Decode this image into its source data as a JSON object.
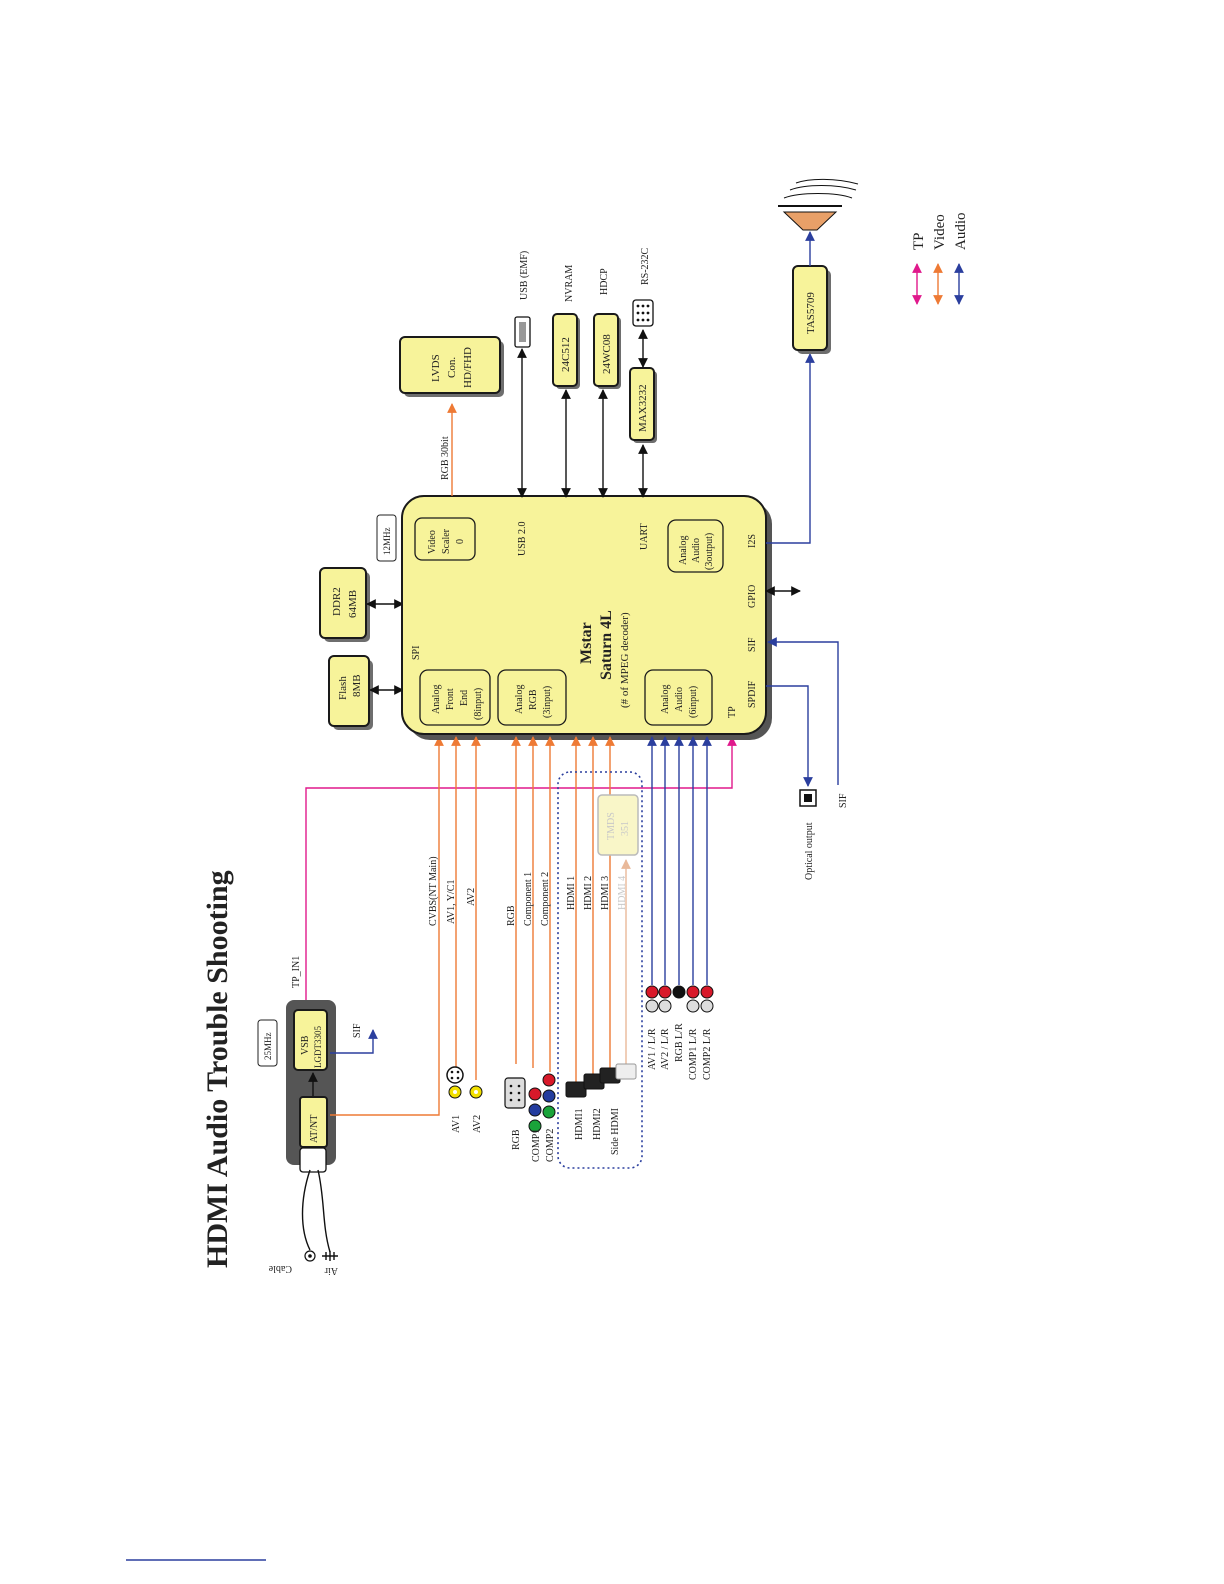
{
  "title": "HDMI Audio Trouble Shooting",
  "colors": {
    "tp": "#e0198c",
    "video": "#ee7a35",
    "audio": "#2b3f9e",
    "chip_fill": "#f7f39a"
  },
  "tuner": {
    "crystal": "25MHz",
    "vsb_line1": "VSB",
    "vsb_line2": "LGDT3305",
    "atnt": "AT/NT",
    "sif": "SIF",
    "tp_in": "TP_IN1",
    "cable": "Cable",
    "air": "Air"
  },
  "main_chip": {
    "name_line1": "Mstar",
    "name_line2": "Saturn 4L",
    "name_line3": "(# of MPEG decoder)",
    "crystal": "12MHz"
  },
  "blocks": {
    "afe": [
      "Analog",
      "Front",
      "End",
      "(8input)"
    ],
    "argb": [
      "Analog",
      "RGB",
      "(3input)"
    ],
    "scaler": [
      "Video",
      "Scaler",
      "0"
    ],
    "audio_in": [
      "Analog",
      "Audio",
      "(6input)"
    ],
    "audio_out": [
      "Analog",
      "Audio",
      "(3output)"
    ]
  },
  "ports": {
    "spi": "SPI",
    "usb": "USB 2.0",
    "uart": "UART",
    "i2s": "I2S",
    "gpio": "GPIO",
    "sif": "SIF",
    "spdif": "SPDIF",
    "tp": "TP"
  },
  "memory": {
    "flash_line1": "Flash",
    "flash_line2": "8MB",
    "ddr_line1": "DDR2",
    "ddr_line2": "64MB"
  },
  "peripherals": {
    "lvds": [
      "LVDS",
      "Con.",
      "HD/FHD"
    ],
    "rgb30": "RGB 30bit",
    "usb_label": "USB (EMF)",
    "nvram_label": "NVRAM",
    "nvram_chip": "24C512",
    "hdcp_label": "HDCP",
    "hdcp_chip": "24WC08",
    "rs232_label": "RS-232C",
    "rs232_chip": "MAX3232",
    "amp": "TAS5709",
    "optical": "Optical output",
    "sif_out": "SIF"
  },
  "tmds": [
    "TMDS",
    "351"
  ],
  "video_lines": [
    "CVBS(NT Main)",
    "AV1, Y/C1",
    "AV2",
    "RGB",
    "Component 1",
    "Component 2",
    "HDMI 1",
    "HDMI 2",
    "HDMI 3",
    "HDMI 4"
  ],
  "video_connectors": [
    "AV1",
    "AV2",
    "RGB",
    "COMP1",
    "COMP2",
    "HDMI1",
    "HDMI2",
    "Side HDMI"
  ],
  "audio_connectors": [
    "AV1 / L/R",
    "AV2 / L/R",
    "RGB L/R",
    "COMP1 L/R",
    "COMP2 L/R"
  ],
  "legend": [
    "TP",
    "Video",
    "Audio"
  ]
}
